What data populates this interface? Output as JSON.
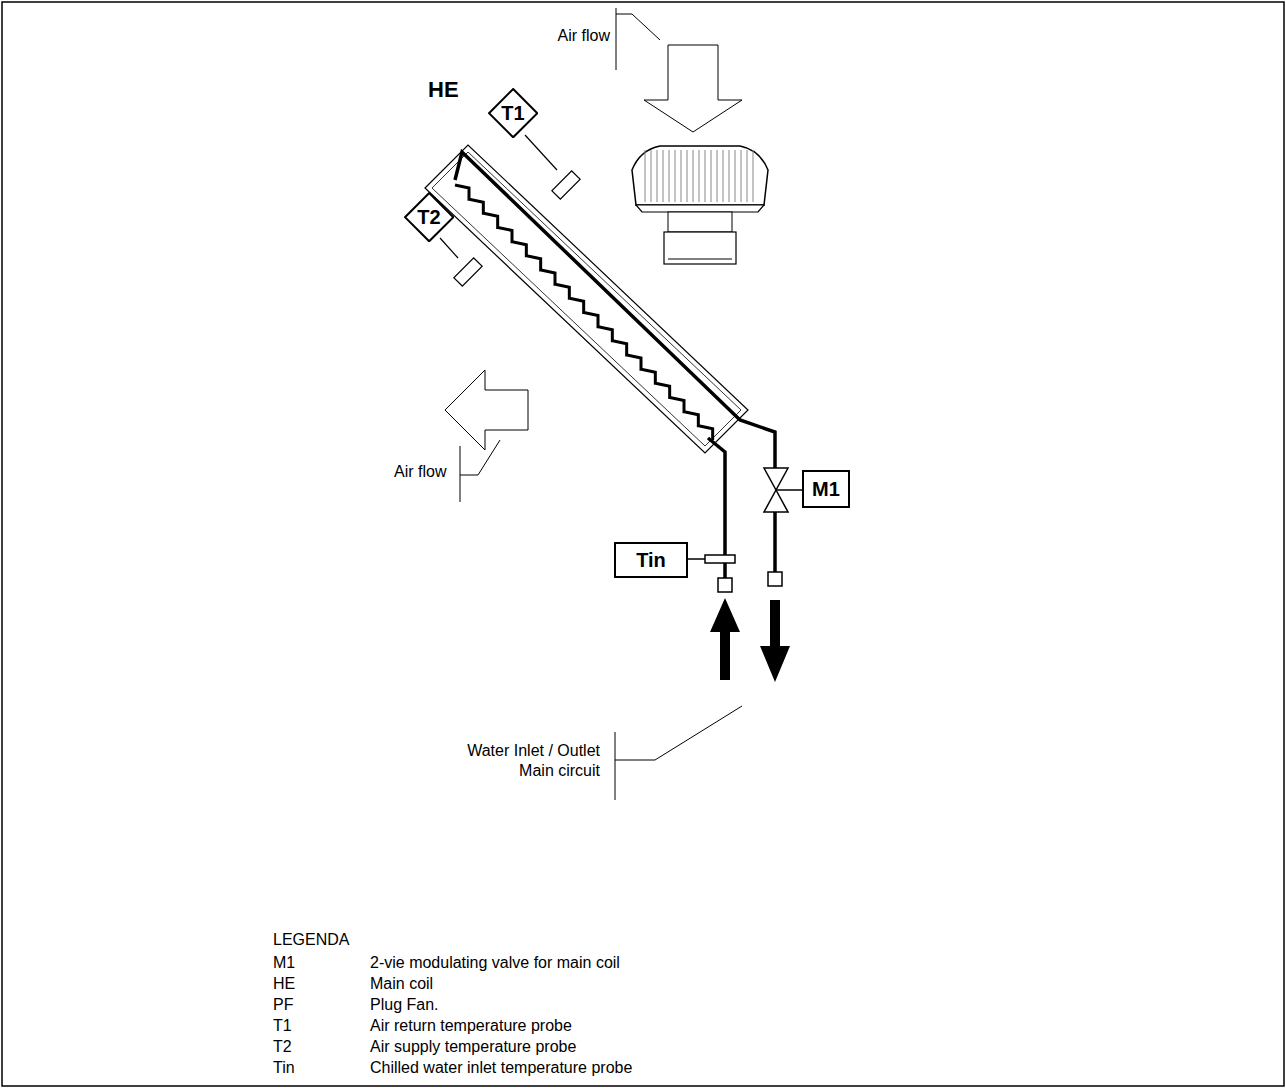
{
  "diagram": {
    "nodes": [
      {
        "text": [
          "T1"
        ]
      },
      {
        "text": [
          "T2"
        ]
      },
      {
        "text": [
          "M1"
        ]
      },
      {
        "text": [
          "Tin"
        ]
      }
    ],
    "labels": [
      "HE",
      "Air flow",
      "Air flow",
      "Water Inlet / Outlet Main circuit",
      "LEGENDA",
      "M1",
      "HE",
      "PF",
      "T1",
      "T2",
      "Tin"
    ],
    "legend": [
      {
        "text": "2-vie modulating valve for main coil"
      },
      {
        "text": "Main coil"
      },
      {
        "text": "Plug Fan."
      },
      {
        "text": "Air return temperature probe"
      },
      {
        "text": "Air supply temperature probe"
      },
      {
        "text": "Chilled water inlet temperature probe"
      }
    ]
  }
}
